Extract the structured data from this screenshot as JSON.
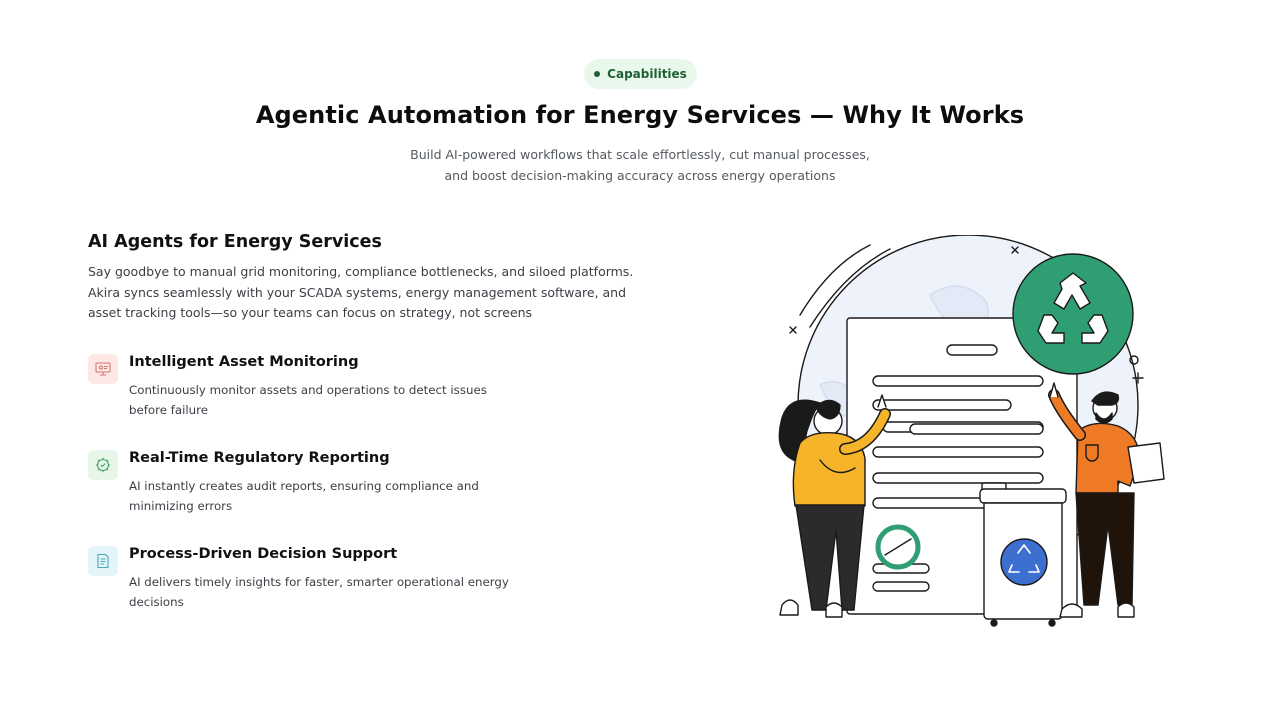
{
  "badge": {
    "label": "Capabilities"
  },
  "hero": {
    "title": "Agentic Automation for Energy Services — Why It Works",
    "subtitle_line1": "Build AI-powered workflows that scale effortlessly, cut manual processes,",
    "subtitle_line2": "and boost decision-making accuracy across energy operations"
  },
  "section": {
    "title": "AI Agents for Energy Services",
    "desc_line1": "Say goodbye to manual grid monitoring, compliance bottlenecks, and siloed platforms.",
    "desc_line2": "Akira syncs seamlessly with your SCADA systems, energy management software, and",
    "desc_line3": "asset tracking tools—so your teams can focus on strategy, not screens"
  },
  "features": [
    {
      "icon": "monitor-icon",
      "title": "Intelligent Asset Monitoring",
      "desc_line1": "Continuously monitor assets and operations to detect issues",
      "desc_line2": "before failure",
      "color": "#fde8e6"
    },
    {
      "icon": "gear-check-icon",
      "title": "Real-Time Regulatory Reporting",
      "desc_line1": "AI instantly creates audit reports, ensuring compliance and",
      "desc_line2": "minimizing errors",
      "color": "#e6f7ea"
    },
    {
      "icon": "document-icon",
      "title": "Process-Driven Decision Support",
      "desc_line1": "AI delivers timely insights for faster, smarter operational energy",
      "desc_line2": "decisions",
      "color": "#e3f5f8"
    }
  ],
  "illustration": {
    "name": "recycling-team-illustration",
    "accent": "#2f9e72",
    "bin_accent": "#3d6fd1"
  }
}
